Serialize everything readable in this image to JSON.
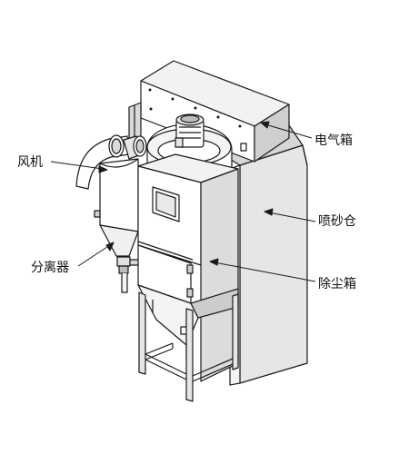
{
  "labels": {
    "electrical_box": "电气箱",
    "fan": "风机",
    "blast_chamber": "喷砂仓",
    "separator": "分离器",
    "dust_box": "除尘箱"
  },
  "colors": {
    "line": "#1a1a1a",
    "light_face": "#ffffff",
    "mid_face": "#e4e4e4",
    "dark_face": "#bdbdbd"
  }
}
